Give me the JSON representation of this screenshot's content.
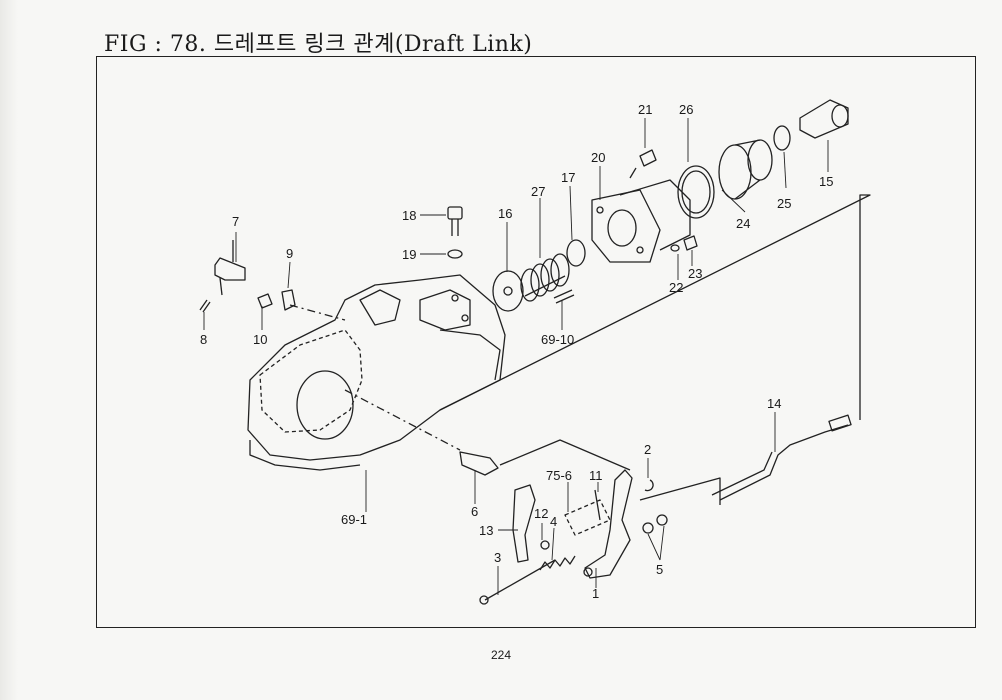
{
  "figure": {
    "title": "FIG : 78. 드레프트 링크 관계(Draft Link)",
    "page_number": "224"
  },
  "callouts": [
    {
      "id": "c-21",
      "text": "21"
    },
    {
      "id": "c-26",
      "text": "26"
    },
    {
      "id": "c-20",
      "text": "20"
    },
    {
      "id": "c-17",
      "text": "17"
    },
    {
      "id": "c-27",
      "text": "27"
    },
    {
      "id": "c-16",
      "text": "16"
    },
    {
      "id": "c-18",
      "text": "18"
    },
    {
      "id": "c-19",
      "text": "19"
    },
    {
      "id": "c-7",
      "text": "7"
    },
    {
      "id": "c-9",
      "text": "9"
    },
    {
      "id": "c-8",
      "text": "8"
    },
    {
      "id": "c-10",
      "text": "10"
    },
    {
      "id": "c-69-10",
      "text": "69-10"
    },
    {
      "id": "c-22",
      "text": "22"
    },
    {
      "id": "c-23",
      "text": "23"
    },
    {
      "id": "c-24",
      "text": "24"
    },
    {
      "id": "c-25",
      "text": "25"
    },
    {
      "id": "c-15",
      "text": "15"
    },
    {
      "id": "c-14",
      "text": "14"
    },
    {
      "id": "c-2",
      "text": "2"
    },
    {
      "id": "c-75-6",
      "text": "75-6"
    },
    {
      "id": "c-11",
      "text": "11"
    },
    {
      "id": "c-6",
      "text": "6"
    },
    {
      "id": "c-12",
      "text": "12"
    },
    {
      "id": "c-4",
      "text": "4"
    },
    {
      "id": "c-13",
      "text": "13"
    },
    {
      "id": "c-3",
      "text": "3"
    },
    {
      "id": "c-1",
      "text": "1"
    },
    {
      "id": "c-5",
      "text": "5"
    },
    {
      "id": "c-69-1",
      "text": "69-1"
    }
  ]
}
